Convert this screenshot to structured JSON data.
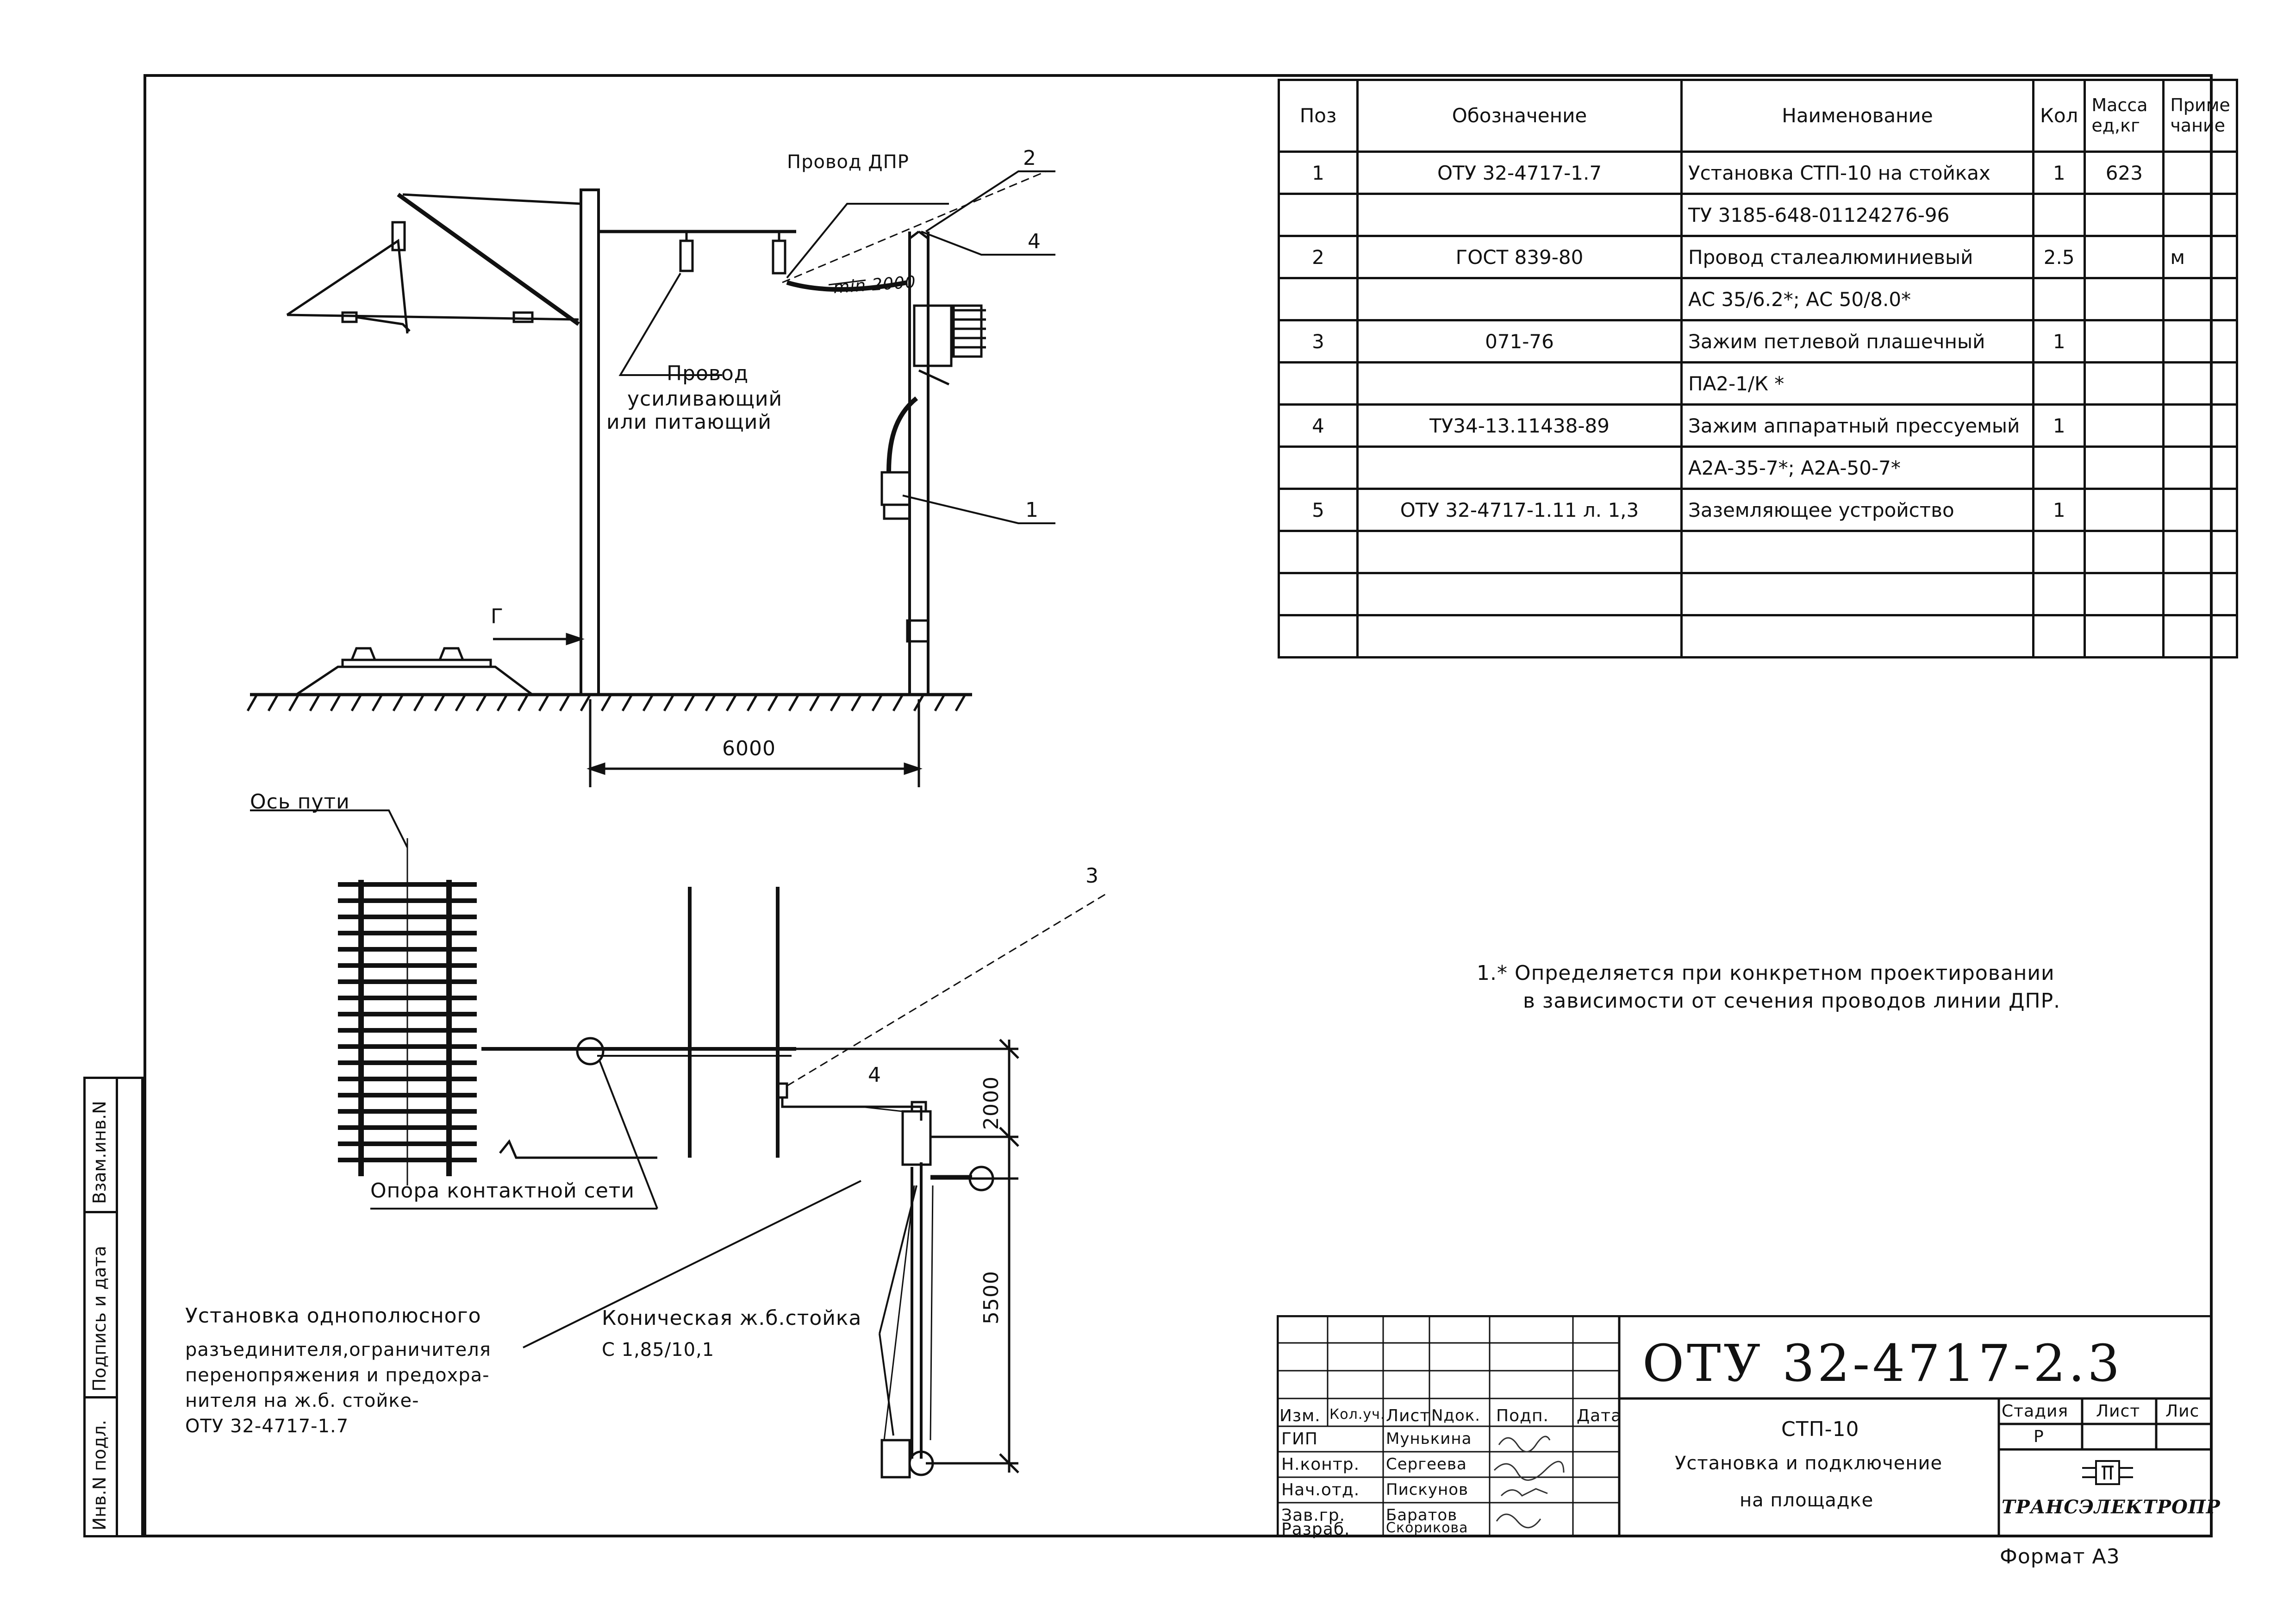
{
  "drawing": {
    "labels": {
      "wire_dpr": "Провод ДПР",
      "callout_2": "2",
      "callout_4_top": "4",
      "min_2000": "min 2000",
      "wire_reinforce_l1": "Провод",
      "wire_reinforce_l2": "усиливающий",
      "wire_reinforce_l3": "или питающий",
      "callout_1": "1",
      "dim_g": "Г",
      "dim_6000": "6000",
      "track_axis": "Ось пути",
      "callout_3": "3",
      "callout_4_plan": "4",
      "dim_2000": "2000",
      "dim_5500": "5500",
      "catenary_support": "Опора контактной сети",
      "install_l1": "Установка однополюсного",
      "install_l2": "разъединителя,ограничителя",
      "install_l3": "перенопряжения и предохра-",
      "install_l4": "нителя на ж.б. стойке-",
      "install_l5": "ОТУ 32-4717-1.7",
      "conic_l1": "Коническая ж.б.стойка",
      "conic_l2": "С 1,85/10,1"
    }
  },
  "spec_table": {
    "headers": {
      "pos": "Поз",
      "designation": "Обозначение",
      "name": "Наименование",
      "qty": "Кол",
      "mass_l1": "Масса",
      "mass_l2": "ед,кг",
      "note_l1": "Приме",
      "note_l2": "чание"
    },
    "rows": [
      {
        "pos": "1",
        "des": "ОТУ 32-4717-1.7",
        "name": "Установка СТП-10 на стойках",
        "qty": "1",
        "mass": "623",
        "note": ""
      },
      {
        "pos": "",
        "des": "",
        "name": "ТУ 3185-648-01124276-96",
        "qty": "",
        "mass": "",
        "note": ""
      },
      {
        "pos": "2",
        "des": "ГОСТ 839-80",
        "name": "Провод сталеалюминиевый",
        "qty": "2.5",
        "mass": "",
        "note": "м"
      },
      {
        "pos": "",
        "des": "",
        "name": "АС 35/6.2*; АС 50/8.0*",
        "qty": "",
        "mass": "",
        "note": ""
      },
      {
        "pos": "3",
        "des": "071-76",
        "name": "Зажим петлевой плашечный",
        "qty": "1",
        "mass": "",
        "note": ""
      },
      {
        "pos": "",
        "des": "",
        "name": "ПА2-1/К *",
        "qty": "",
        "mass": "",
        "note": ""
      },
      {
        "pos": "4",
        "des": "ТУ34-13.11438-89",
        "name": "Зажим аппаратный прессуемый",
        "qty": "1",
        "mass": "",
        "note": ""
      },
      {
        "pos": "",
        "des": "",
        "name": "А2А-35-7*; А2А-50-7*",
        "qty": "",
        "mass": "",
        "note": ""
      },
      {
        "pos": "5",
        "des": "ОТУ 32-4717-1.11 л. 1,3",
        "name": "Заземляющее устройство",
        "qty": "1",
        "mass": "",
        "note": ""
      },
      {
        "pos": "",
        "des": "",
        "name": "",
        "qty": "",
        "mass": "",
        "note": ""
      },
      {
        "pos": "",
        "des": "",
        "name": "",
        "qty": "",
        "mass": "",
        "note": ""
      },
      {
        "pos": "",
        "des": "",
        "name": "",
        "qty": "",
        "mass": "",
        "note": ""
      }
    ]
  },
  "note": {
    "line1": "1.* Определяется при конкретном проектировании",
    "line2": "в зависимости от сечения проводов линии ДПР."
  },
  "side_stamp": {
    "vzam": "Взам.инв.N",
    "podpis": "Подпись и дата",
    "inv": "Инв.N подл."
  },
  "title_block": {
    "code": "ОТУ 32-4717-2.3",
    "col_izm": "Изм.",
    "col_kol": "Кол.уч.",
    "col_list": "Лист",
    "col_ndok": "Nдок.",
    "col_podp": "Подп.",
    "col_data": "Дата",
    "people": [
      {
        "role": "ГИП",
        "name": "Мунькина"
      },
      {
        "role": "Н.контр.",
        "name": "Сергеева"
      },
      {
        "role": "Нач.отд.",
        "name": "Пискунов"
      },
      {
        "role": "Зав.гр.",
        "name": "Баратов"
      },
      {
        "role": "Разраб.",
        "name": "Скорикова"
      }
    ],
    "title_l1": "СТП-10",
    "title_l2": "Установка и подключение",
    "title_l3": "на площадке",
    "stage_label": "Стадия",
    "sheet_label": "Лист",
    "sheets_label": "Лис",
    "stage_value": "Р",
    "org": "ТРАНСЭЛЕКТРОПР",
    "format": "Формат А3"
  }
}
